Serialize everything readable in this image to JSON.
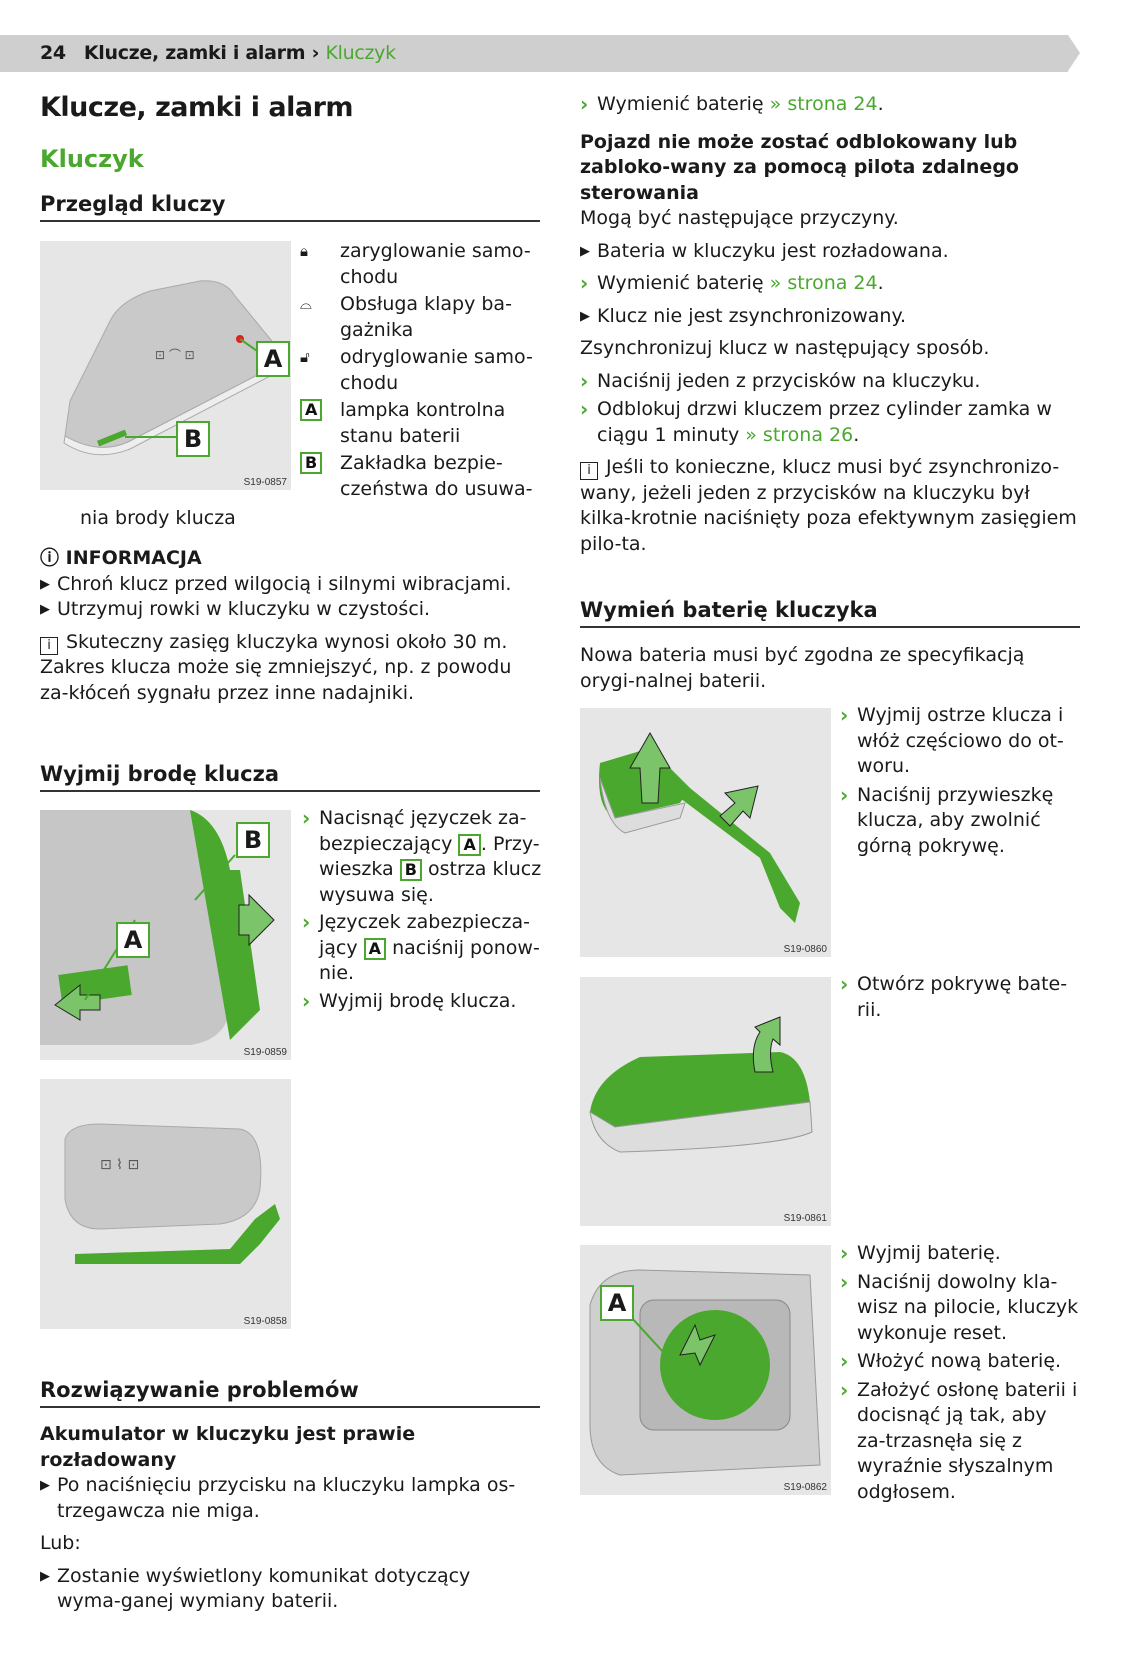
{
  "header": {
    "page_number": "24",
    "chapter": "Klucze, zamki i alarm",
    "separator": "›",
    "section": "Kluczyk"
  },
  "left": {
    "title": "Klucze, zamki i alarm",
    "subtitle": "Kluczyk",
    "overview": {
      "heading": "Przegląd kluczy",
      "figure_code": "S19-0857",
      "callouts": [
        "A",
        "B"
      ],
      "legend": [
        {
          "icon": "lock-icon",
          "glyph": "🔒︎",
          "text": "zaryglowanie samo-chodu"
        },
        {
          "icon": "car-trunk-icon",
          "glyph": "⌓",
          "text": "Obsługa klapy ba-gażnika"
        },
        {
          "icon": "unlock-icon",
          "glyph": "🔓︎",
          "text": "odryglowanie samo-chodu"
        },
        {
          "key": "A",
          "text": "lampka kontrolna stanu baterii"
        },
        {
          "key": "B",
          "text": "Zakładka bezpie-czeństwa do usuwa-"
        }
      ],
      "legend_continuation": "nia brody klucza"
    },
    "info": {
      "title": "INFORMACJA",
      "items": [
        "Chroń klucz przed wilgocią i silnymi wibracjami.",
        "Utrzymuj rowki w kluczyku w czystości."
      ],
      "note": "Skuteczny zasięg kluczyka wynosi około 30 m. Zakres klucza może się zmniejszyć, np. z powodu za-kłóceń sygnału przez inne nadajniki."
    },
    "remove_blade": {
      "heading": "Wyjmij brodę klucza",
      "figure_code_1": "S19-0859",
      "figure_code_2": "S19-0858",
      "callouts": [
        "A",
        "B"
      ],
      "step1": {
        "a": "Nacisnąć języczek za-bezpieczający",
        "key1": "A",
        "b": ". Przy-wieszka",
        "key2": "B",
        "c": "ostrza klucz wysuwa się."
      },
      "step2": {
        "a": "Języczek zabezpiecza-jący",
        "key": "A",
        "b": "naciśnij ponow-nie."
      },
      "step3": "Wyjmij brodę klucza."
    },
    "troubleshooting": {
      "heading": "Rozwiązywanie problemów",
      "subheading": "Akumulator w kluczyku jest prawie rozładowany",
      "item1": "Po naciśnięciu przycisku na kluczyku lampka os-trzegawcza nie miga.",
      "or": "Lub:",
      "item2": "Zostanie wyświetlony komunikat dotyczący wyma-ganej wymiany baterii."
    }
  },
  "right": {
    "step_replace": {
      "text": "Wymienić baterię",
      "link": "» strona 24",
      "end": "."
    },
    "problem_heading": "Pojazd nie może zostać odblokowany lub zabloko-wany za pomocą pilota zdalnego sterowania",
    "causes_intro": "Mogą być następujące przyczyny.",
    "cause1": "Bateria w kluczyku jest rozładowana.",
    "step_replace2": {
      "text": "Wymienić baterię",
      "link": "» strona 24",
      "end": "."
    },
    "cause2": "Klucz nie jest zsynchronizowany.",
    "sync_intro": "Zsynchronizuj klucz w następujący sposób.",
    "sync_step1": "Naciśnij jeden z przycisków na kluczyku.",
    "sync_step2": {
      "text": "Odblokuj drzwi kluczem przez cylinder zamka w ciągu 1 minuty",
      "link": "» strona 26",
      "end": "."
    },
    "sync_note": "Jeśli to konieczne, klucz musi być zsynchronizo-wany, jeżeli jeden z przycisków na kluczyku był kilka-krotnie naciśnięty poza efektywnym zasięgiem pilo-ta.",
    "battery": {
      "heading": "Wymień baterię kluczyka",
      "intro": "Nowa bateria musi być zgodna ze specyfikacją orygi-nalnej baterii.",
      "figure_codes": [
        "S19-0860",
        "S19-0861",
        "S19-0862"
      ],
      "callout": "A",
      "steps_fig1": [
        "Wyjmij ostrze klucza i włóż częściowo do ot-woru.",
        "Naciśnij przywieszkę klucza, aby zwolnić górną pokrywę."
      ],
      "steps_fig2": [
        "Otwórz pokrywę bate-rii."
      ],
      "steps_fig3": [
        "Wyjmij baterię.",
        "Naciśnij dowolny kla-wisz na pilocie, kluczyk wykonuje reset.",
        "Włożyć nową baterię.",
        "Założyć osłonę baterii i docisnąć ją tak, aby za-trzasnęła się z wyraźnie słyszalnym odgłosem."
      ]
    }
  },
  "colors": {
    "accent": "#4ba82e",
    "band": "#cfcfcf",
    "figure_bg": "#e6e6e6"
  }
}
